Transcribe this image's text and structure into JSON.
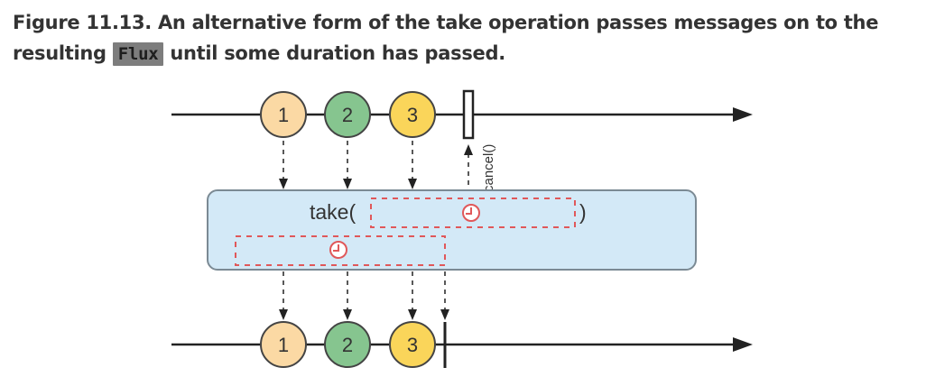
{
  "caption": {
    "prefix": "Figure 11.13. An alternative form of the take operation passes messages on to the resulting",
    "code": "Flux",
    "suffix": "until some duration has passed."
  },
  "diagram": {
    "operator": {
      "label_open": "take(",
      "label_close": ")"
    },
    "cancel_label": "cancel()",
    "input_marbles": [
      {
        "label": "1",
        "color": "#fbd9a4"
      },
      {
        "label": "2",
        "color": "#86c58f"
      },
      {
        "label": "3",
        "color": "#fad55a"
      }
    ],
    "output_marbles": [
      {
        "label": "1",
        "color": "#fbd9a4"
      },
      {
        "label": "2",
        "color": "#86c58f"
      },
      {
        "label": "3",
        "color": "#fad55a"
      }
    ],
    "colors": {
      "operator_fill": "#d3e9f7",
      "operator_stroke": "#7b8a94",
      "dashed_red": "#e0585a",
      "line": "#222222"
    }
  }
}
